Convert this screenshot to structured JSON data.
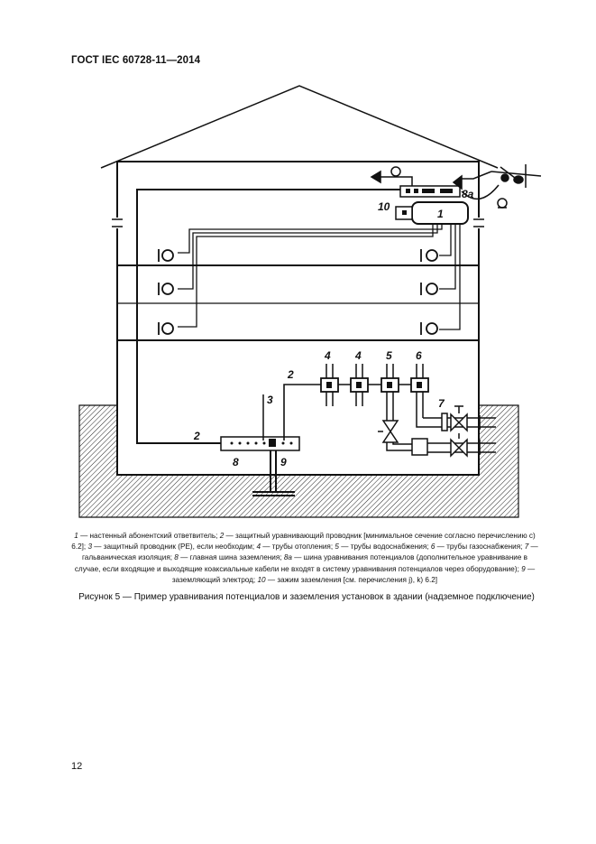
{
  "header": {
    "standard": "ГОСТ IEC 60728-11—2014"
  },
  "figure": {
    "labels": {
      "outlet": "1",
      "conductor_a": "2",
      "conductor_b": "2",
      "pe": "3",
      "heating_1": "4",
      "heating_2": "4",
      "water": "5",
      "gas": "6",
      "isolation": "7",
      "main_bus": "8",
      "bus_8a": "8а",
      "electrode": "9",
      "clamp": "10"
    }
  },
  "legend": {
    "items": [
      {
        "num": "1",
        "text": " — настенный абонентский ответвитель; "
      },
      {
        "num": "2",
        "text": " — защитный уравнивающий проводник [минимальное сечение согласно перечислению с) 6.2]; "
      },
      {
        "num": "3",
        "text": " — защитный проводник (РЕ), если необходим; "
      },
      {
        "num": "4",
        "text": " — трубы отопления; "
      },
      {
        "num": "5",
        "text": " — трубы водоснабжения; "
      },
      {
        "num": "6",
        "text": " — трубы газоснабжения; "
      },
      {
        "num": "7",
        "text": " — гальваническая изоляция; "
      },
      {
        "num": "8",
        "text": " — главная шина заземления; "
      },
      {
        "num": "8а",
        "text": " — шина уравнивания потенциалов (дополнительное уравнивание в случае, если входящие и выходящие коаксиальные кабели не входят в систему уравнивания потенциалов через оборудование); "
      },
      {
        "num": "9",
        "text": " — заземляющий электрод; "
      },
      {
        "num": "10",
        "text": " — зажим заземления [см. перечисления j), k) 6.2]"
      }
    ]
  },
  "caption": "Рисунок 5 — Пример уравнивания потенциалов и заземления установок в здании (надземное подключение)",
  "page_number": "12"
}
